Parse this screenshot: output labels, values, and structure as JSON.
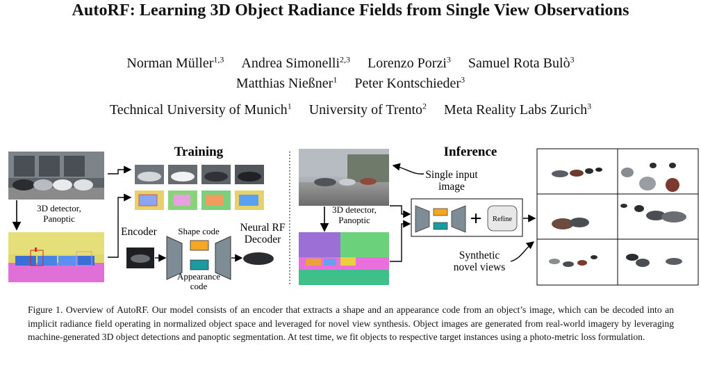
{
  "title": "AutoRF: Learning 3D Object Radiance Fields from Single View Observations",
  "authors_line1": [
    {
      "name": "Norman Müller",
      "aff": "1,3"
    },
    {
      "name": "Andrea Simonelli",
      "aff": "2,3"
    },
    {
      "name": "Lorenzo Porzi",
      "aff": "3"
    },
    {
      "name": "Samuel Rota Bulò",
      "aff": "3"
    }
  ],
  "authors_line2": [
    {
      "name": "Matthias Nießner",
      "aff": "1"
    },
    {
      "name": "Peter Kontschieder",
      "aff": "3"
    }
  ],
  "affiliations": [
    {
      "name": "Technical University of Munich",
      "num": "1"
    },
    {
      "name": "University of Trento",
      "num": "2"
    },
    {
      "name": "Meta Reality Labs Zurich",
      "num": "3"
    }
  ],
  "figure": {
    "training": {
      "heading": "Training",
      "detector_label_1": "3D detector,",
      "detector_label_2": "Panoptic",
      "encoder": "Encoder",
      "shape_code": "Shape code",
      "appearance_1": "Appearance",
      "appearance_2": "code",
      "decoder_1": "Neural RF",
      "decoder_2": "Decoder"
    },
    "inference": {
      "heading": "Inference",
      "detector_label_1": "3D detector,",
      "detector_label_2": "Panoptic",
      "single_input_1": "Single input",
      "single_input_2": "image",
      "refine": "Refine",
      "plus": "+",
      "synthetic_1": "Synthetic",
      "synthetic_2": "novel views"
    },
    "colors": {
      "shape_code": "#f5a623",
      "appearance_code": "#1b9aa0",
      "network": "#7e8c96"
    }
  },
  "caption": {
    "label": "Figure 1.",
    "line1": "Overview of AutoRF. Our model consists of an encoder that extracts a shape and an appearance code from an object’s image,",
    "rest": "which can be decoded into an implicit radiance field operating in normalized object space and leveraged for novel view synthesis. Object images are generated from real-world imagery by leveraging machine-generated 3D object detections and panoptic segmentation. At test time, we fit objects to respective target instances using a photo-metric loss formulation."
  }
}
